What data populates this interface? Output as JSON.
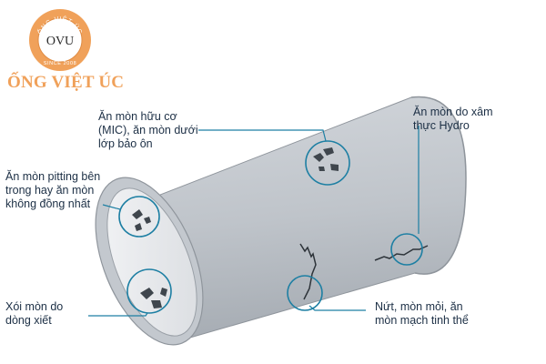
{
  "logo": {
    "ring_top": "ỐNG VIỆT ÚC",
    "center": "OVU",
    "ring_bottom": "SINCE 2008",
    "brand": "ỐNG VIỆT ÚC",
    "color": "#f0a15a"
  },
  "labels": {
    "mic": "Ăn mòn hữu cơ\n(MIC), ăn mòn dưới\nlớp bảo ôn",
    "hydro": "Ăn mòn do xâm\nthực Hydro",
    "pitting": "Ăn mòn pitting bên\ntrong hay ăn mòn\nkhông đồng nhất",
    "erosion": "Xói mòn do\ndòng xiết",
    "crack": "Nứt, mòn mỏi, ăn\nmòn mạch tinh thể"
  },
  "colors": {
    "pipe": "#c8cdd3",
    "pipe_inner": "#e4e6e9",
    "leader": "#1d7fa3",
    "text": "#1c2f45"
  }
}
